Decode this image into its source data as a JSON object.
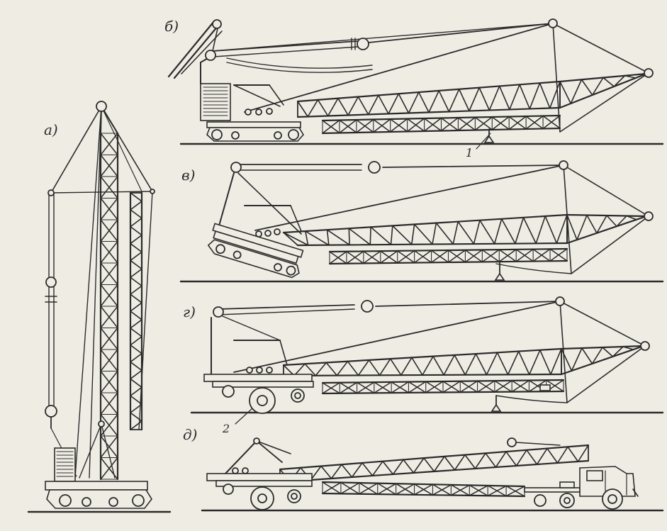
{
  "labels": {
    "panel_a": "а)",
    "panel_b": "б)",
    "panel_v": "в)",
    "panel_g": "г)",
    "panel_d": "д)",
    "callout_1": "1",
    "callout_2": "2"
  },
  "colors": {
    "paper": "#efece4",
    "ink": "#2b2b2b"
  }
}
